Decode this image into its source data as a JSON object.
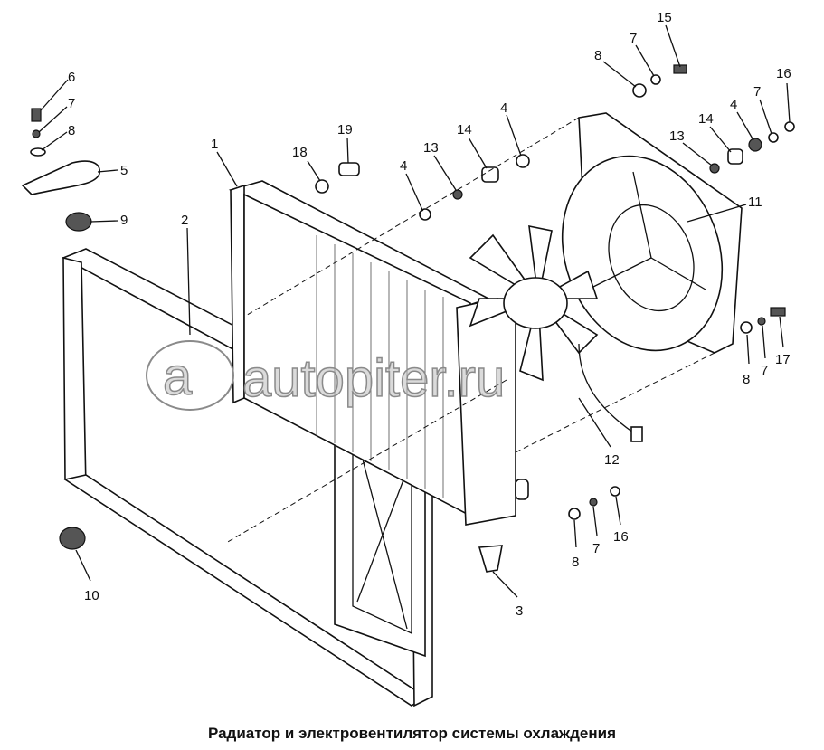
{
  "caption": "Радиатор и электровентилятор системы охлаждения",
  "watermark": "autopiter.ru",
  "callouts": [
    {
      "id": "c15",
      "label": "15"
    },
    {
      "id": "c7a",
      "label": "7"
    },
    {
      "id": "c8a",
      "label": "8"
    },
    {
      "id": "c16a",
      "label": "16"
    },
    {
      "id": "c4a",
      "label": "4"
    },
    {
      "id": "c7b",
      "label": "7"
    },
    {
      "id": "c14a",
      "label": "14"
    },
    {
      "id": "c13a",
      "label": "13"
    },
    {
      "id": "c4b",
      "label": "4"
    },
    {
      "id": "c14b",
      "label": "14"
    },
    {
      "id": "c13b",
      "label": "13"
    },
    {
      "id": "c4c",
      "label": "4"
    },
    {
      "id": "c19",
      "label": "19"
    },
    {
      "id": "c18",
      "label": "18"
    },
    {
      "id": "c1",
      "label": "1"
    },
    {
      "id": "c2",
      "label": "2"
    },
    {
      "id": "c6",
      "label": "6"
    },
    {
      "id": "c7c",
      "label": "7"
    },
    {
      "id": "c8b",
      "label": "8"
    },
    {
      "id": "c5",
      "label": "5"
    },
    {
      "id": "c9",
      "label": "9"
    },
    {
      "id": "c11",
      "label": "11"
    },
    {
      "id": "c8c",
      "label": "8"
    },
    {
      "id": "c7d",
      "label": "7"
    },
    {
      "id": "c17",
      "label": "17"
    },
    {
      "id": "c12",
      "label": "12"
    },
    {
      "id": "c8d",
      "label": "8"
    },
    {
      "id": "c7e",
      "label": "7"
    },
    {
      "id": "c16b",
      "label": "16"
    },
    {
      "id": "c3",
      "label": "3"
    },
    {
      "id": "c10",
      "label": "10"
    }
  ]
}
